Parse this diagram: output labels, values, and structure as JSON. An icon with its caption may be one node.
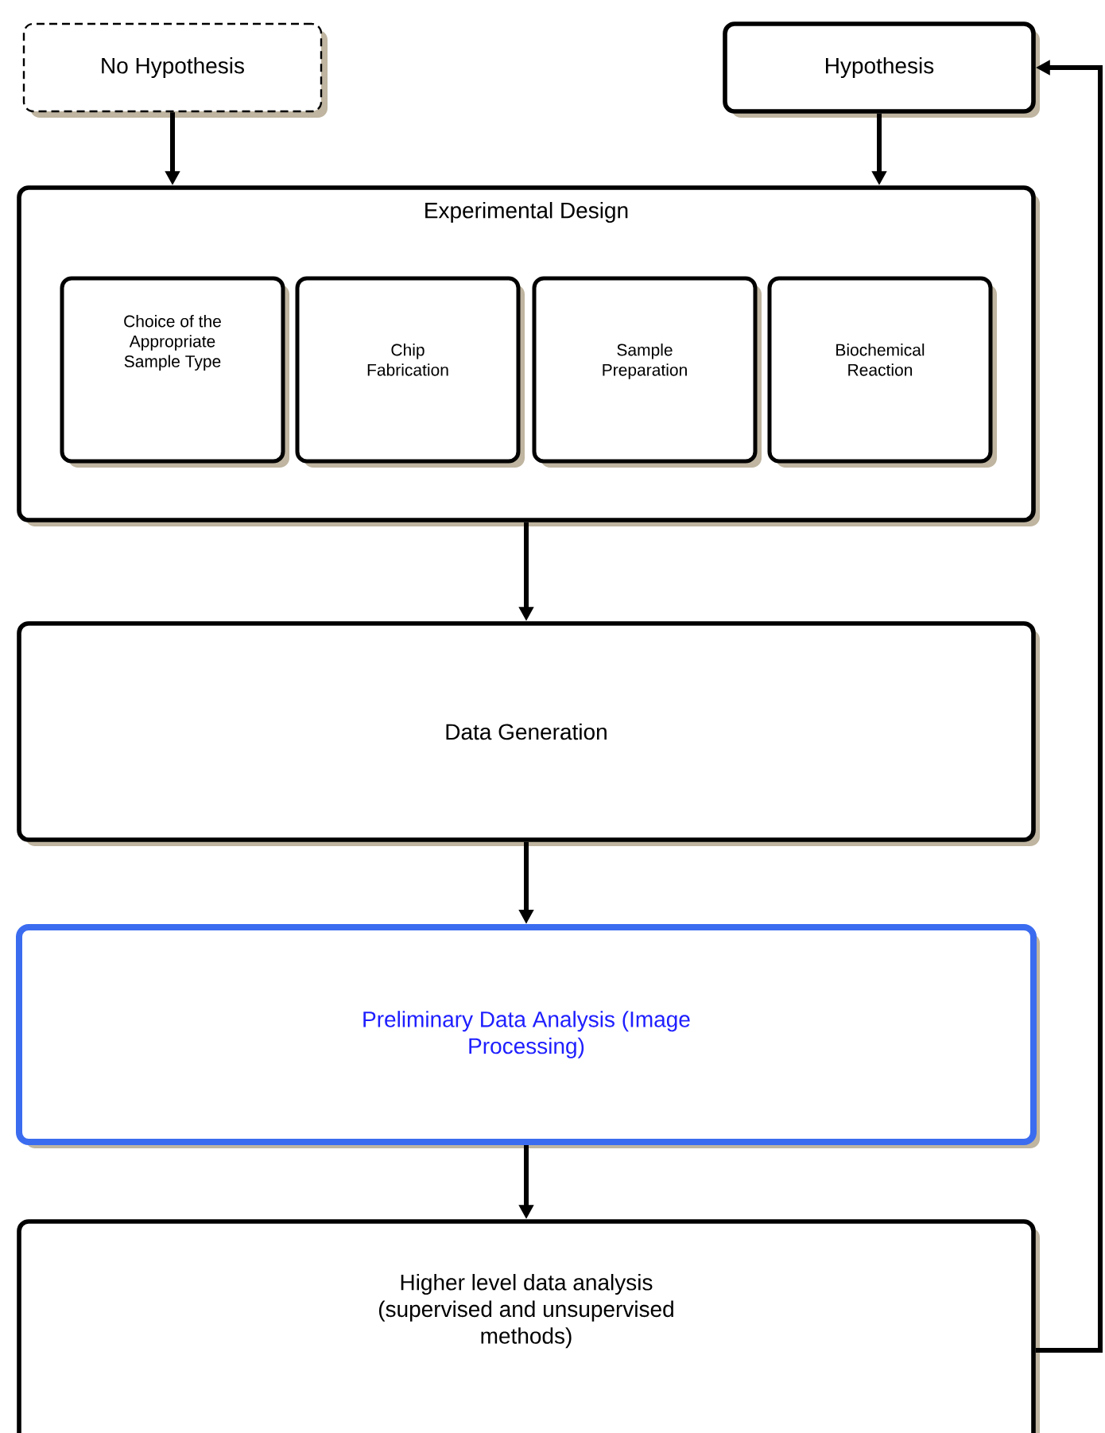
{
  "diagram": {
    "nodes": [
      {
        "text": [
          "No Hypothesis"
        ]
      },
      {
        "text": [
          "Hypothesis"
        ]
      },
      {
        "text": [
          "Experimental Design"
        ]
      },
      {
        "text": [
          "Choice of the Appropriate Sample Type"
        ],
        "in": 2
      },
      {
        "text": [
          "Chip Fabrication"
        ],
        "in": 2
      },
      {
        "text": [
          "Sample Preparation"
        ],
        "in": 2
      },
      {
        "text": [
          "Biochemical Reaction"
        ],
        "in": 2
      },
      {
        "text": [
          "Data Generation"
        ]
      },
      {
        "text": [
          "Preliminary Data Analysis (Image Processing)"
        ]
      },
      {
        "text": [
          "Higher level data analysis (supervised and unsupervised methods)"
        ]
      }
    ],
    "edges": [
      {
        "from": 0,
        "to": 2,
        "arrow": "to"
      },
      {
        "from": 1,
        "to": 2,
        "arrow": "to"
      },
      {
        "from": 2,
        "to": 7,
        "arrow": "to"
      },
      {
        "from": 7,
        "to": 8,
        "arrow": "to"
      },
      {
        "from": 8,
        "to": 9,
        "arrow": "to"
      },
      {
        "from": 9,
        "to": 1,
        "arrow": "to"
      }
    ]
  }
}
